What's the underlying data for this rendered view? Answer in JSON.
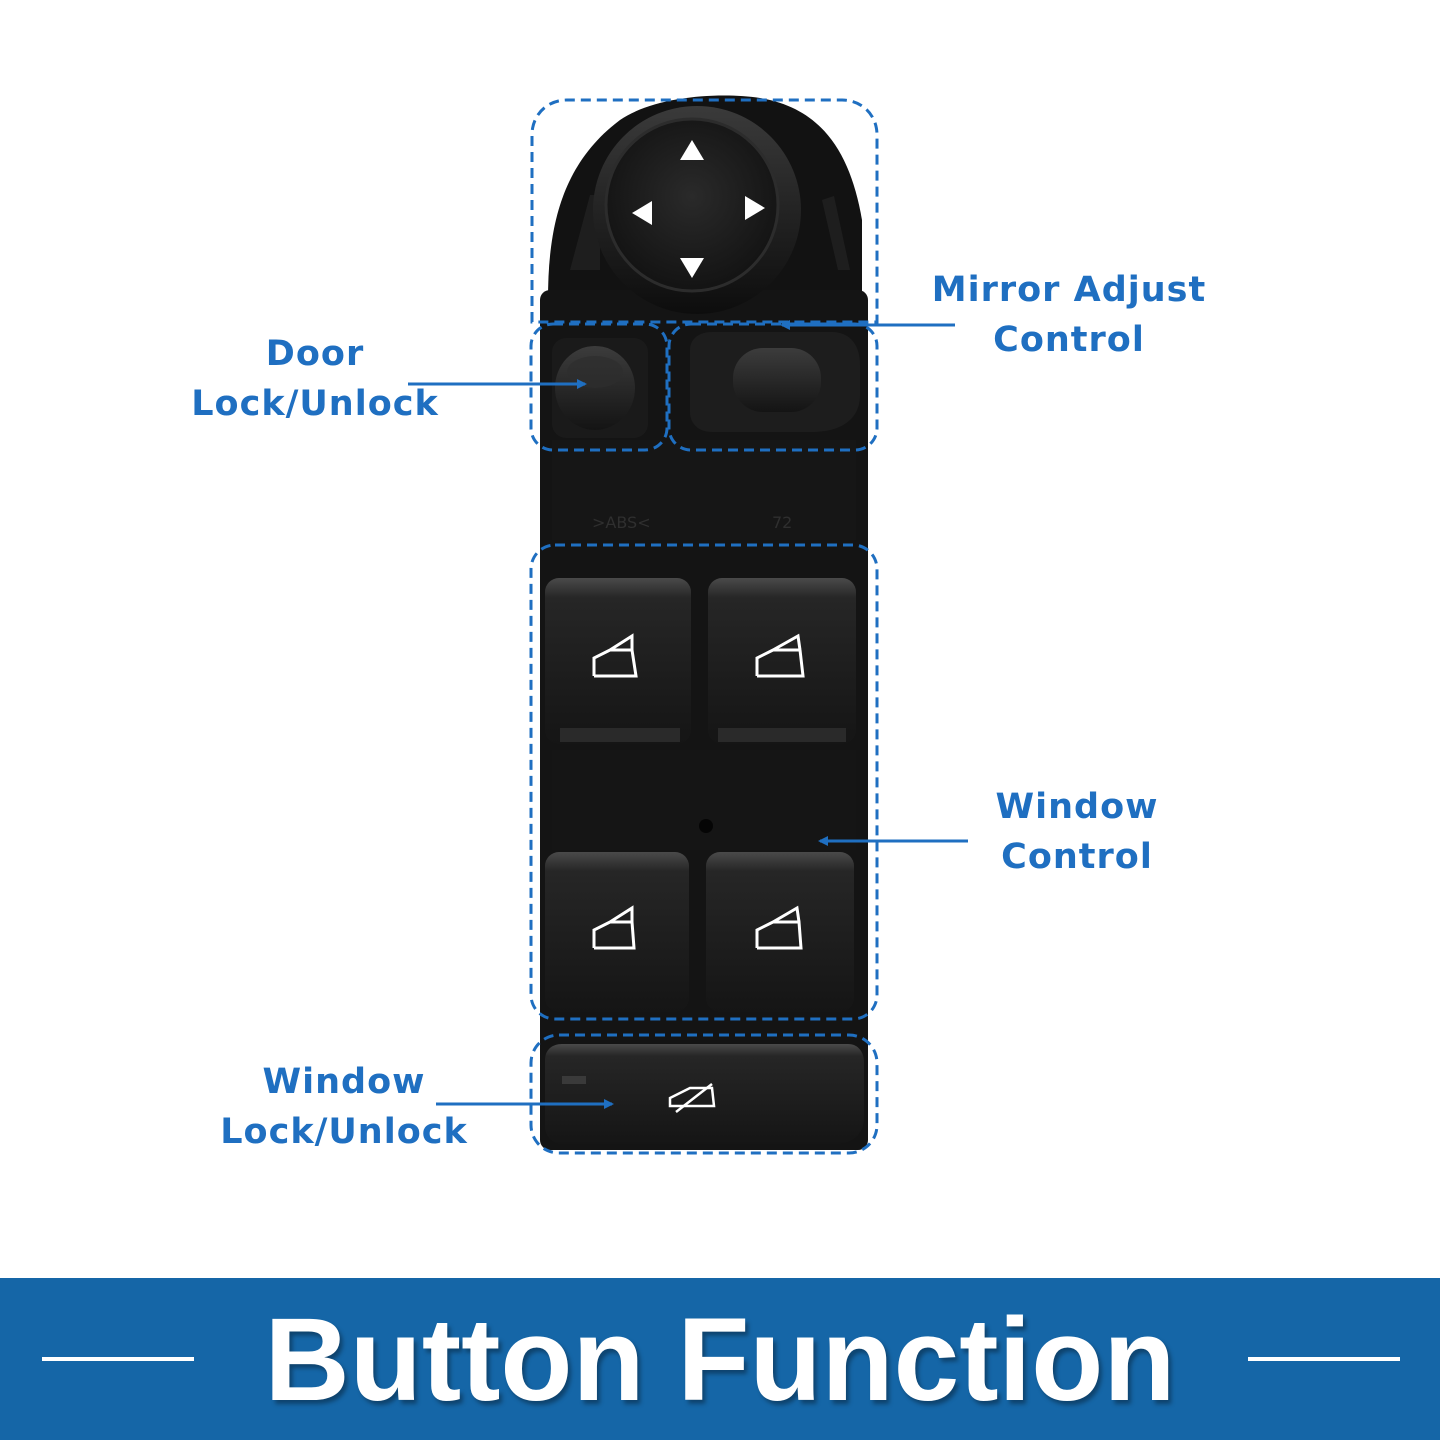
{
  "colors": {
    "accent": "#1f6fc1",
    "banner": "#1566a7",
    "panel": "#121212"
  },
  "callouts": {
    "mirror": {
      "line1": "Mirror Adjust",
      "line2": "Control"
    },
    "door": {
      "line1": "Door",
      "line2": "Lock/Unlock"
    },
    "window_control": {
      "line1": "Window",
      "line2": "Control"
    },
    "window_lock": {
      "line1": "Window",
      "line2": "Lock/Unlock"
    }
  },
  "panel_markings": {
    "material": ">ABS<",
    "code": "72"
  },
  "banner": {
    "title": "Button Function"
  }
}
